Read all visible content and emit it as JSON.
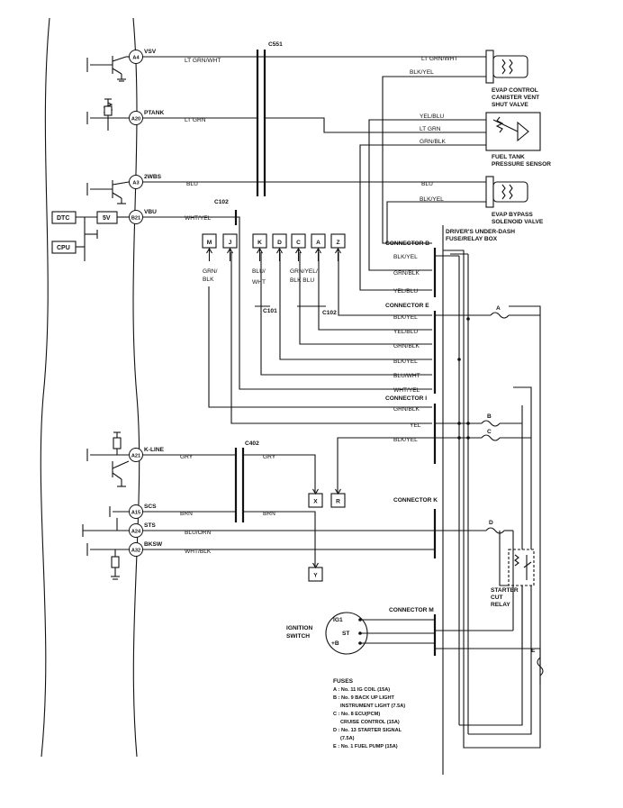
{
  "ecu": {
    "terminals": [
      {
        "pin": "A4",
        "name": "VSV"
      },
      {
        "pin": "A20",
        "name": "PTANK"
      },
      {
        "pin": "A3",
        "name": "2WBS"
      },
      {
        "pin": "B21",
        "name": "VBU"
      },
      {
        "pin": "A21",
        "name": "K-LINE"
      },
      {
        "pin": "A15",
        "name": "SCS"
      },
      {
        "pin": "A24",
        "name": "STS"
      },
      {
        "pin": "A32",
        "name": "BKSW"
      }
    ],
    "dtc_label": "DTC",
    "cpu_label": "CPU",
    "volt_label": "5V"
  },
  "connectors": {
    "c551": "C551",
    "c102_top": "C102",
    "c101": "C101",
    "c102": "C102",
    "c402": "C402",
    "b": "CONNECTOR B",
    "e": "CONNECTOR E",
    "i": "CONNECTOR I",
    "k": "CONNECTOR K",
    "m": "CONNECTOR M"
  },
  "wires": {
    "vsv_left": "LT GRN/WHT",
    "vsv_right": "LT GRN/WHT",
    "ptank_left": "LT GRN",
    "wbs_left": "BLU",
    "wbs_right": "BLU",
    "vbu": "WHT/YEL",
    "evap_blk": "BLK/YEL",
    "sensor_yel": "YEL/BLU",
    "sensor_ltgrn": "LT GRN",
    "sensor_grn": "GRN/BLK",
    "bypass_blk": "BLK/YEL",
    "cb_blk": "BLK/YEL",
    "cb_grn": "GRN/BLK",
    "cb_yel": "YEL/BLU",
    "ce_blk": "BLK/YEL",
    "ce_yel": "YEL/BLU",
    "ce_grn": "GRN/BLK",
    "ce_blk2": "BLK/YEL",
    "ce_blu": "BLU/WHT",
    "ce_wht": "WHT/YEL",
    "ci_grn": "GRN/BLK",
    "ci_yel": "YEL",
    "ci_blk": "BLK/YEL",
    "kline_left": "GRY",
    "kline_right": "GRY",
    "scs_left": "BRN",
    "scs_right": "BRN",
    "sts": "BLU/ORN",
    "bksw": "WHT/BLK",
    "m_l1": "GRN/",
    "m_l2": "BLK",
    "k_l1": "BLU/",
    "k_l2": "WHT",
    "ca_l1": "GRN/YEL/",
    "ca_l2": "BLK BLU"
  },
  "dlc": {
    "pins_top": [
      "M",
      "J",
      "K",
      "D",
      "C",
      "A",
      "Z"
    ],
    "pins_bottom": [
      "X",
      "R",
      "Y"
    ]
  },
  "components": {
    "evap_vent": [
      "EVAP CONTROL",
      "CANISTER VENT",
      "SHUT VALVE"
    ],
    "fuel_tank": [
      "FUEL TANK",
      "PRESSURE SENSOR"
    ],
    "evap_bypass": [
      "EVAP BYPASS",
      "SOLENOID VALVE"
    ],
    "fuse_box": [
      "DRIVER'S UNDER-DASH",
      "FUSE/RELAY BOX"
    ],
    "starter_relay": [
      "STARTER",
      "CUT",
      "RELAY"
    ],
    "ignition": [
      "IGNITION",
      "SWITCH"
    ],
    "ign_terms": [
      "IG1",
      "ST",
      "+B"
    ]
  },
  "fuse_letters": [
    "A",
    "B",
    "C",
    "D",
    "E"
  ],
  "fuses": {
    "title": "FUSES",
    "lines": [
      "A : No. 11 IG COIL (15A)",
      "B : No. 9 BACK UP LIGHT",
      "INSTRUMENT LIGHT (7.5A)",
      "C : No. 8 ECU(PCM)",
      "CRUISE CONTROL (15A)",
      "D : No. 13 STARTER SIGNAL",
      "(7.5A)",
      "E : No. 1 FUEL PUMP (15A)"
    ]
  }
}
